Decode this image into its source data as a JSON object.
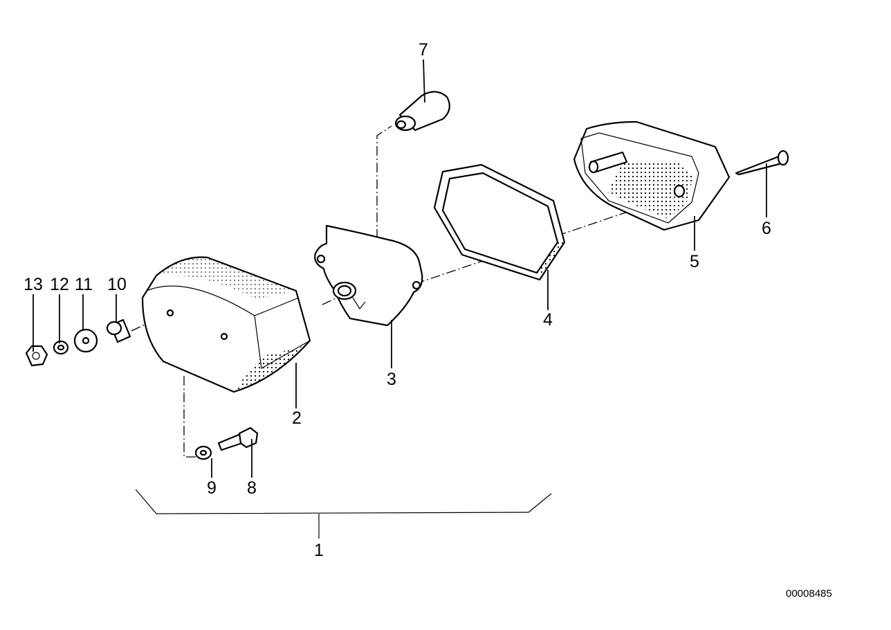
{
  "drawing_number": "00008485",
  "callouts": [
    {
      "id": "1",
      "label": "1"
    },
    {
      "id": "2",
      "label": "2"
    },
    {
      "id": "3",
      "label": "3"
    },
    {
      "id": "4",
      "label": "4"
    },
    {
      "id": "5",
      "label": "5"
    },
    {
      "id": "6",
      "label": "6"
    },
    {
      "id": "7",
      "label": "7"
    },
    {
      "id": "8",
      "label": "8"
    },
    {
      "id": "9",
      "label": "9"
    },
    {
      "id": "10",
      "label": "10"
    },
    {
      "id": "11",
      "label": "11"
    },
    {
      "id": "12",
      "label": "12"
    },
    {
      "id": "13",
      "label": "13"
    }
  ]
}
